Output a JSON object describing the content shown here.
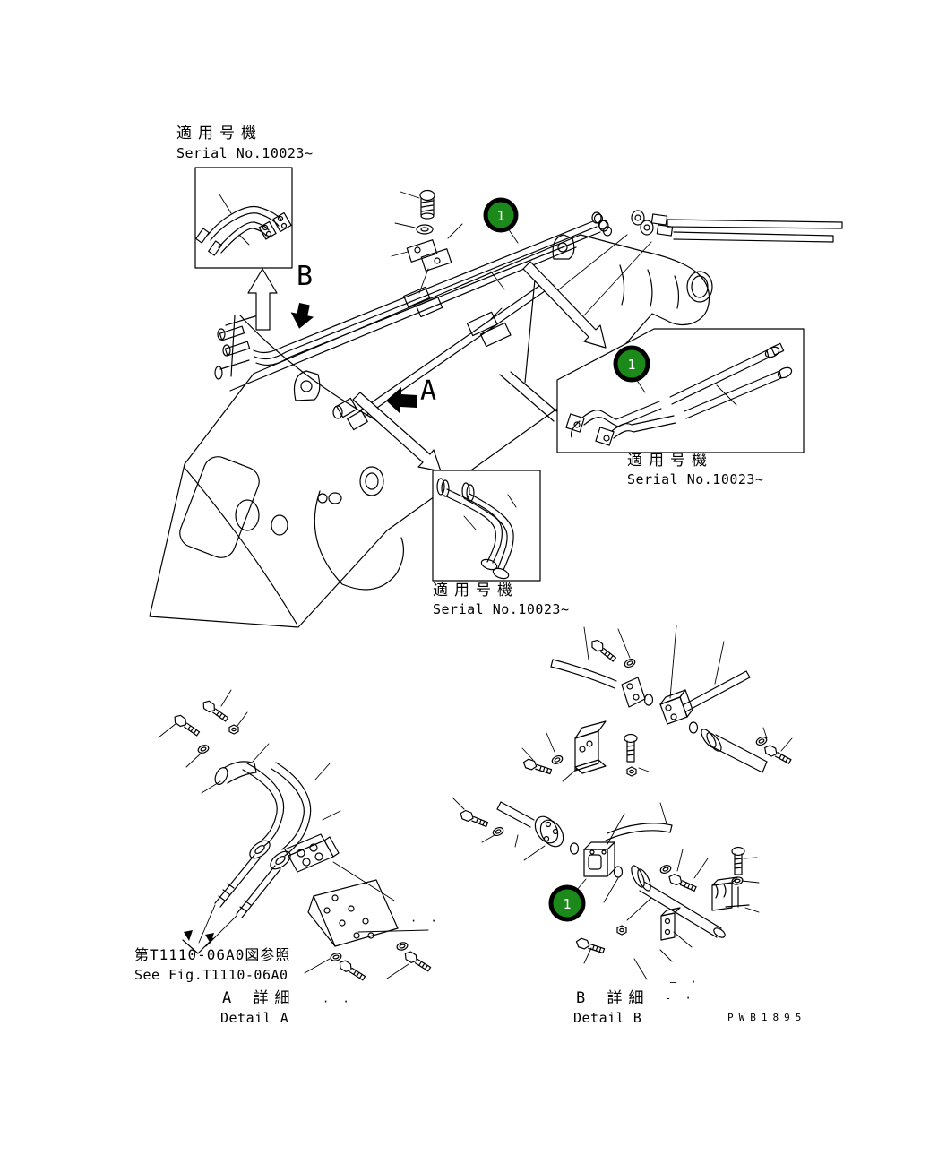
{
  "colors": {
    "background": "#ffffff",
    "line": "#000000"
  },
  "callout": {
    "number": "1",
    "fill": "#1b8a1b",
    "ring": "#000000",
    "number_color": "#ffffff"
  },
  "labels": {
    "serial": {
      "jp": "適用号機",
      "en": "Serial No.10023~"
    }
  },
  "view_markers": {
    "a": "A",
    "b": "B"
  },
  "reference": {
    "jp": "第T1110-06A0図参照",
    "en": "See Fig.T1110-06A0"
  },
  "details": {
    "a_jp": "A 詳細",
    "a_en": "Detail A",
    "b_jp": "B 詳細",
    "b_en": "Detail B"
  },
  "drawing_code": "PWB1895",
  "marks": {
    "a": "· ·",
    "b": "- ·",
    "c": "· ·",
    "d": "– ·"
  }
}
